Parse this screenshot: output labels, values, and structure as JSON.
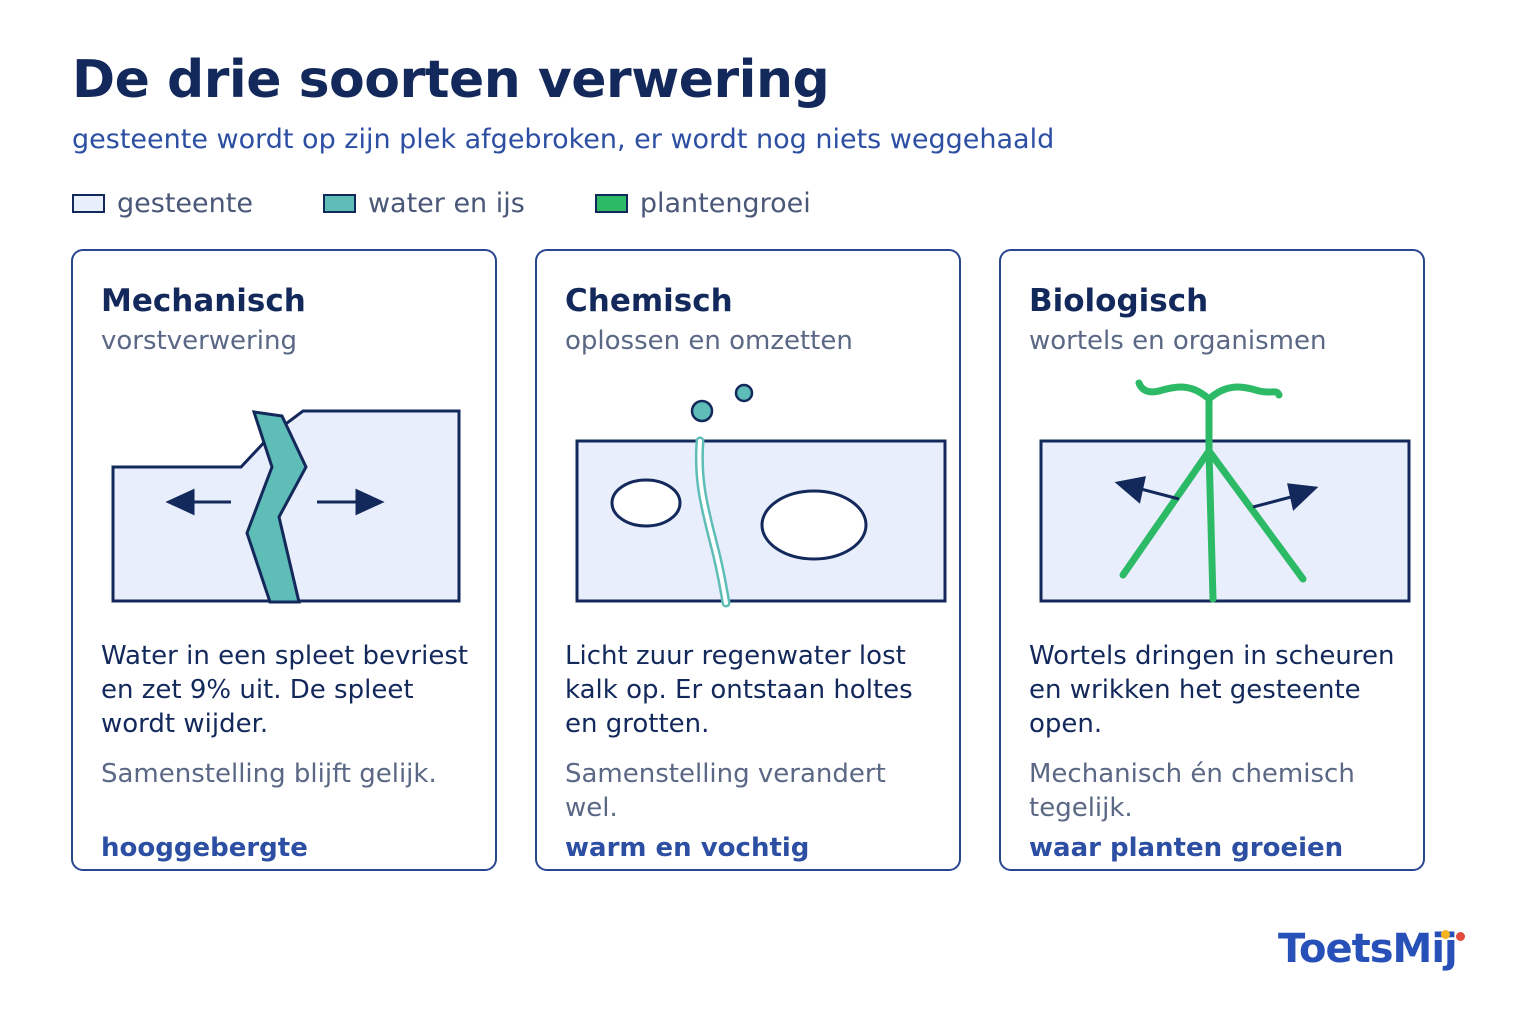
{
  "header": {
    "title": "De drie soorten verwering",
    "subtitle": "gesteente wordt op zijn plek afgebroken, er wordt nog niets weggehaald"
  },
  "legend": [
    {
      "label": "gesteente",
      "color": "#e8eefb"
    },
    {
      "label": "water en ijs",
      "color": "#5fbdb7"
    },
    {
      "label": "plantengroei",
      "color": "#2dba66"
    }
  ],
  "cards": [
    {
      "title": "Mechanisch",
      "subtitle": "vorstverwering",
      "description": "Water in een spleet bevriest en zet 9% uit. De spleet wordt wijder.",
      "note": "Samenstelling blijft gelijk.",
      "place": "hooggebergte"
    },
    {
      "title": "Chemisch",
      "subtitle": "oplossen en omzetten",
      "description": "Licht zuur regenwater lost kalk op. Er ontstaan holtes en grotten.",
      "note": "Samenstelling verandert wel.",
      "place": "warm en vochtig"
    },
    {
      "title": "Biologisch",
      "subtitle": "wortels en organismen",
      "description": "Wortels dringen in scheuren en wrikken het gesteente open.",
      "note": "Mechanisch én chemisch tegelijk.",
      "place": "waar planten groeien"
    }
  ],
  "brand": {
    "logo_text": "ToetsMij"
  },
  "colors": {
    "navy": "#13295b",
    "accent_blue": "#2c4fa3",
    "rock": "#e8eefb",
    "water": "#5fbdb7",
    "plant": "#2dba66"
  }
}
